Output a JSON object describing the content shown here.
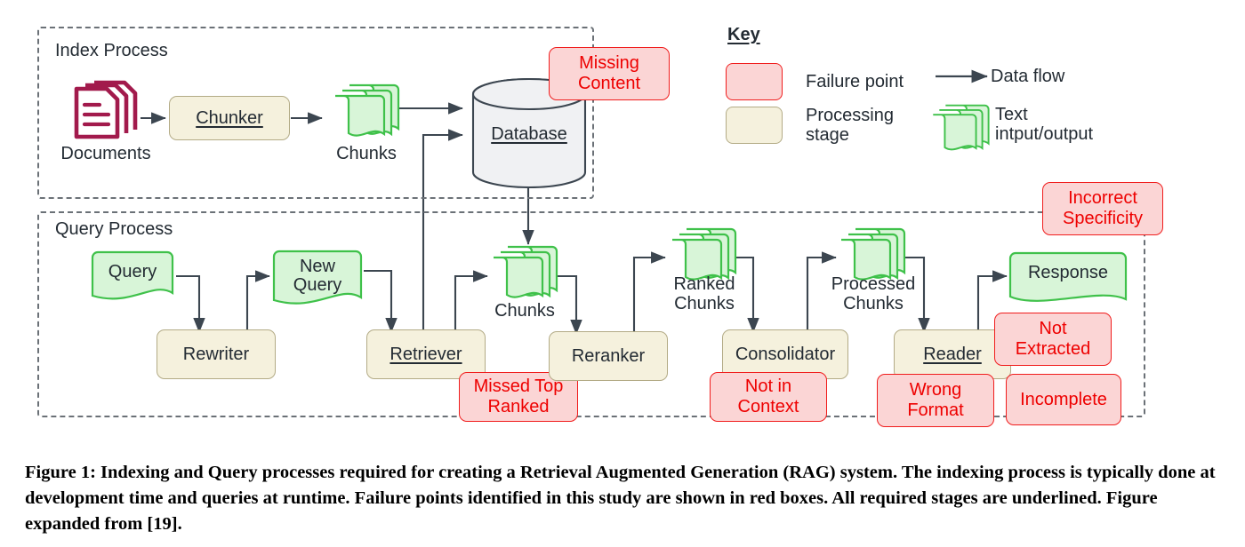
{
  "figure": {
    "caption": "Figure 1: Indexing and Query processes required for creating a Retrieval Augmented Generation (RAG) system. The indexing process is typically done at development time and queries at runtime. Failure points identified in this study are shown in red boxes. All required stages are underlined. Figure expanded from [19]."
  },
  "index_process": {
    "label": "Index Process",
    "documents_label": "Documents",
    "chunker_label": "Chunker",
    "chunks_label": "Chunks",
    "database_label": "Database",
    "missing_content_label": "Missing\nContent"
  },
  "query_process": {
    "label": "Query Process",
    "query_label": "Query",
    "rewriter_label": "Rewriter",
    "new_query_label": "New\nQuery",
    "retriever_label": "Retriever",
    "missed_top_ranked_label": "Missed Top\nRanked",
    "chunks_label": "Chunks",
    "reranker_label": "Reranker",
    "ranked_chunks_label": "Ranked\nChunks",
    "consolidator_label": "Consolidator",
    "not_in_context_label": "Not in\nContext",
    "processed_chunks_label": "Processed\nChunks",
    "reader_label": "Reader",
    "response_label": "Response",
    "incorrect_specificity_label": "Incorrect\nSpecificity",
    "not_extracted_label": "Not\nExtracted",
    "wrong_format_label": "Wrong\nFormat",
    "incomplete_label": "Incomplete"
  },
  "key": {
    "title": "Key",
    "failure_point_label": "Failure point",
    "processing_stage_label": "Processing\nstage",
    "data_flow_label": "Data flow",
    "text_io_label": "Text\nintput/output"
  },
  "colors": {
    "failure_fill": "#fbd5d5",
    "failure_border": "#f01d1d",
    "failure_text": "#ee0000",
    "stage_fill": "#f5f1dd",
    "stage_border": "#b3ab86",
    "note_fill": "#d8f5d8",
    "note_border": "#3fc14a",
    "database_fill": "#f0f1f3",
    "database_border": "#3c4650",
    "documents_icon": "#a21a4c",
    "arrow": "#3c4650",
    "dashed_border": "#6b7177",
    "text": "#232b33"
  }
}
